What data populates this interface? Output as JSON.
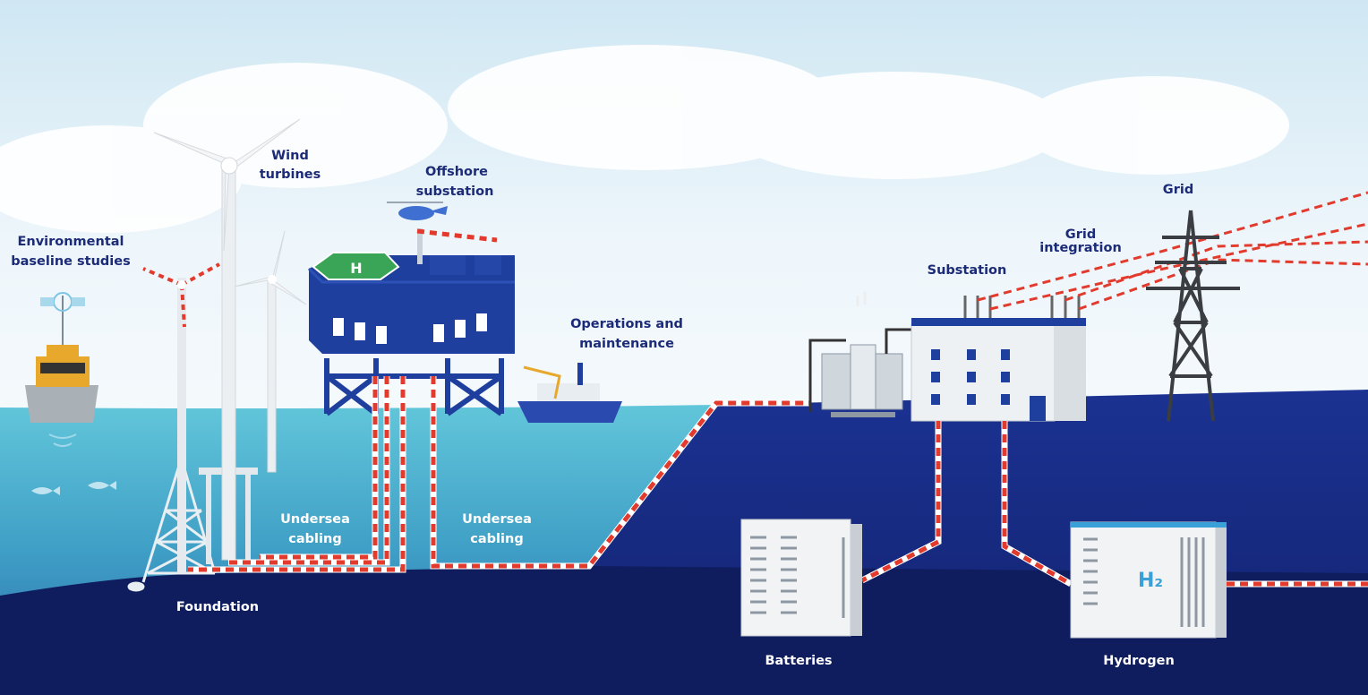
{
  "labels": {
    "wind_turbines": [
      "Wind",
      "turbines"
    ],
    "offshore_substation": [
      "Offshore",
      "substation"
    ],
    "environmental": [
      "Environmental",
      "baseline studies"
    ],
    "operations": [
      "Operations and",
      "maintenance"
    ],
    "substation": "Substation",
    "grid_integration": [
      "Grid",
      "integration"
    ],
    "grid": "Grid",
    "undersea_cabling_1": [
      "Undersea",
      "cabling"
    ],
    "undersea_cabling_2": [
      "Undersea",
      "cabling"
    ],
    "foundation": "Foundation",
    "batteries": "Batteries",
    "hydrogen": "Hydrogen",
    "h2_sign": "H₂"
  },
  "colors": {
    "label": "#1c2b78",
    "cable_red": "#e23b2e",
    "shallow_sea": "#5cc3d8",
    "deep_navy": "#162a86",
    "platform_blue": "#1f3f9e",
    "helipad_green": "#3aa556"
  },
  "icons": [
    "cloud",
    "survey-ship-icon",
    "wind-turbine-icon",
    "offshore-platform-icon",
    "helicopter-icon",
    "maintenance-vessel-icon",
    "transformer-icon",
    "substation-building-icon",
    "transmission-pylon-icon",
    "battery-storage-icon",
    "hydrogen-electrolyser-icon",
    "fish-icon"
  ]
}
